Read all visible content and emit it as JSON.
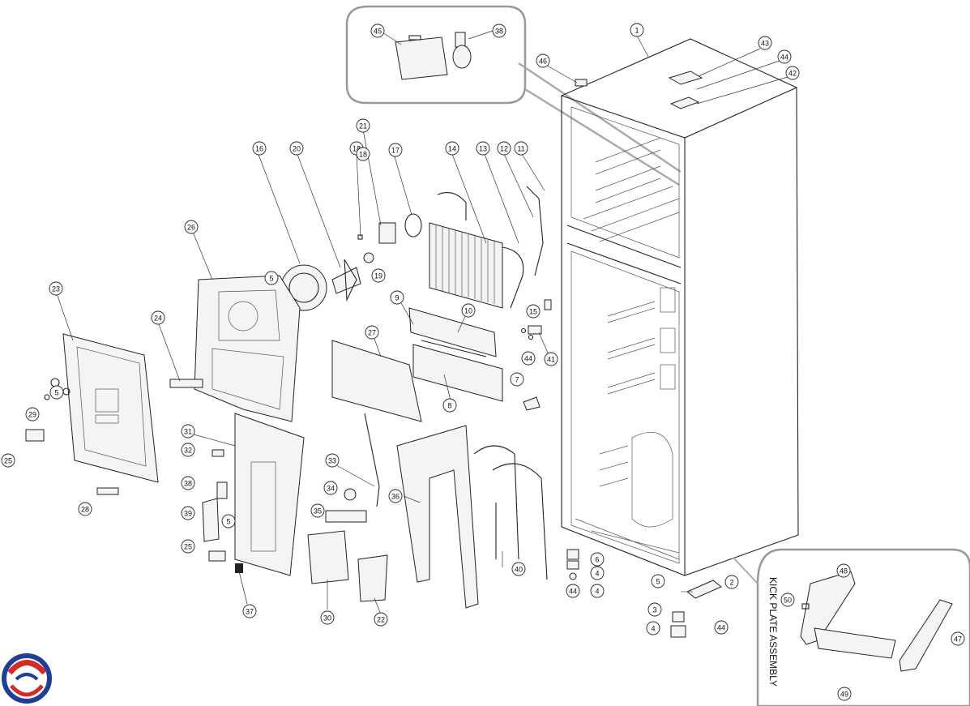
{
  "diagram": {
    "callouts": [
      "1",
      "2",
      "3",
      "4",
      "4",
      "4",
      "5",
      "5",
      "5",
      "5",
      "6",
      "7",
      "8",
      "9",
      "10",
      "11",
      "12",
      "13",
      "14",
      "15",
      "16",
      "17",
      "18",
      "18",
      "19",
      "20",
      "21",
      "22",
      "23",
      "24",
      "25",
      "25",
      "26",
      "27",
      "28",
      "29",
      "30",
      "31",
      "32",
      "33",
      "34",
      "35",
      "36",
      "37",
      "38",
      "38",
      "39",
      "40",
      "41",
      "42",
      "43",
      "44",
      "44",
      "44",
      "44",
      "45",
      "46",
      "47",
      "48",
      "49",
      "50"
    ],
    "kick_plate_label": "KICK PLATE ASSEMBLY",
    "colors": {
      "line": "#222222",
      "inset_border": "#999999",
      "logo_blue": "#1f3f95",
      "logo_red": "#d42a2a"
    }
  }
}
